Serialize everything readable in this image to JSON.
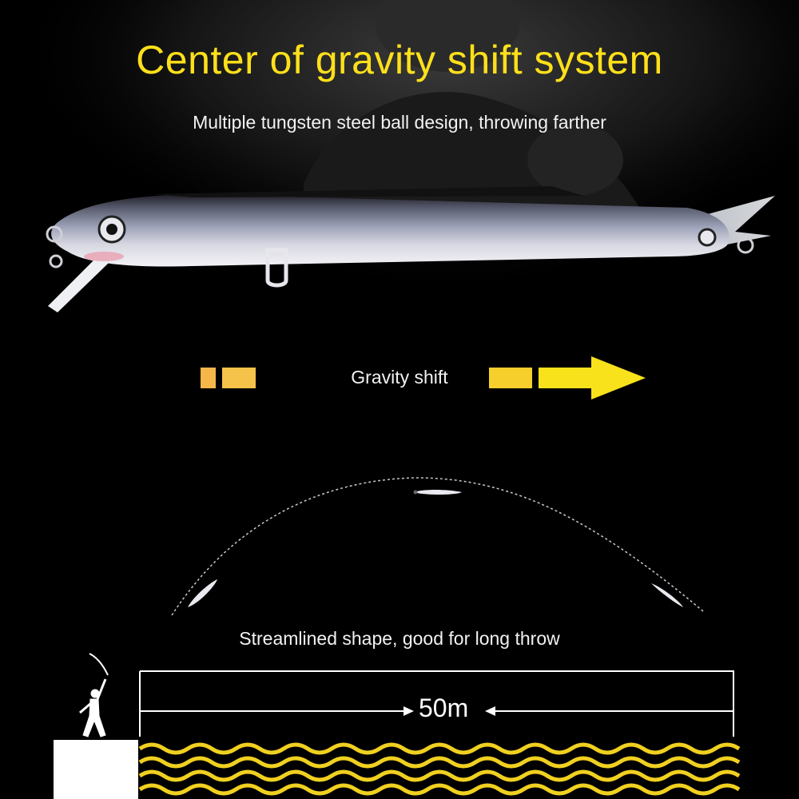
{
  "headline": "Center of gravity shift system",
  "subtitle": "Multiple tungsten steel ball design, throwing farther",
  "gravity_label": "Gravity shift",
  "stream_label": "Streamlined shape, good for long throw",
  "distance_label": "50m",
  "colors": {
    "accent_yellow": "#ffe01a",
    "arrow_yellow": "#f7e21c",
    "block_orange": "#f5b64a",
    "wave_yellow": "#f0d020",
    "background": "#000000",
    "text": "#f2f2f2"
  },
  "icons": [
    "fishing-lure",
    "gravity-arrow",
    "throw-arc",
    "angler-silhouette",
    "distance-arrow",
    "water-waves"
  ]
}
